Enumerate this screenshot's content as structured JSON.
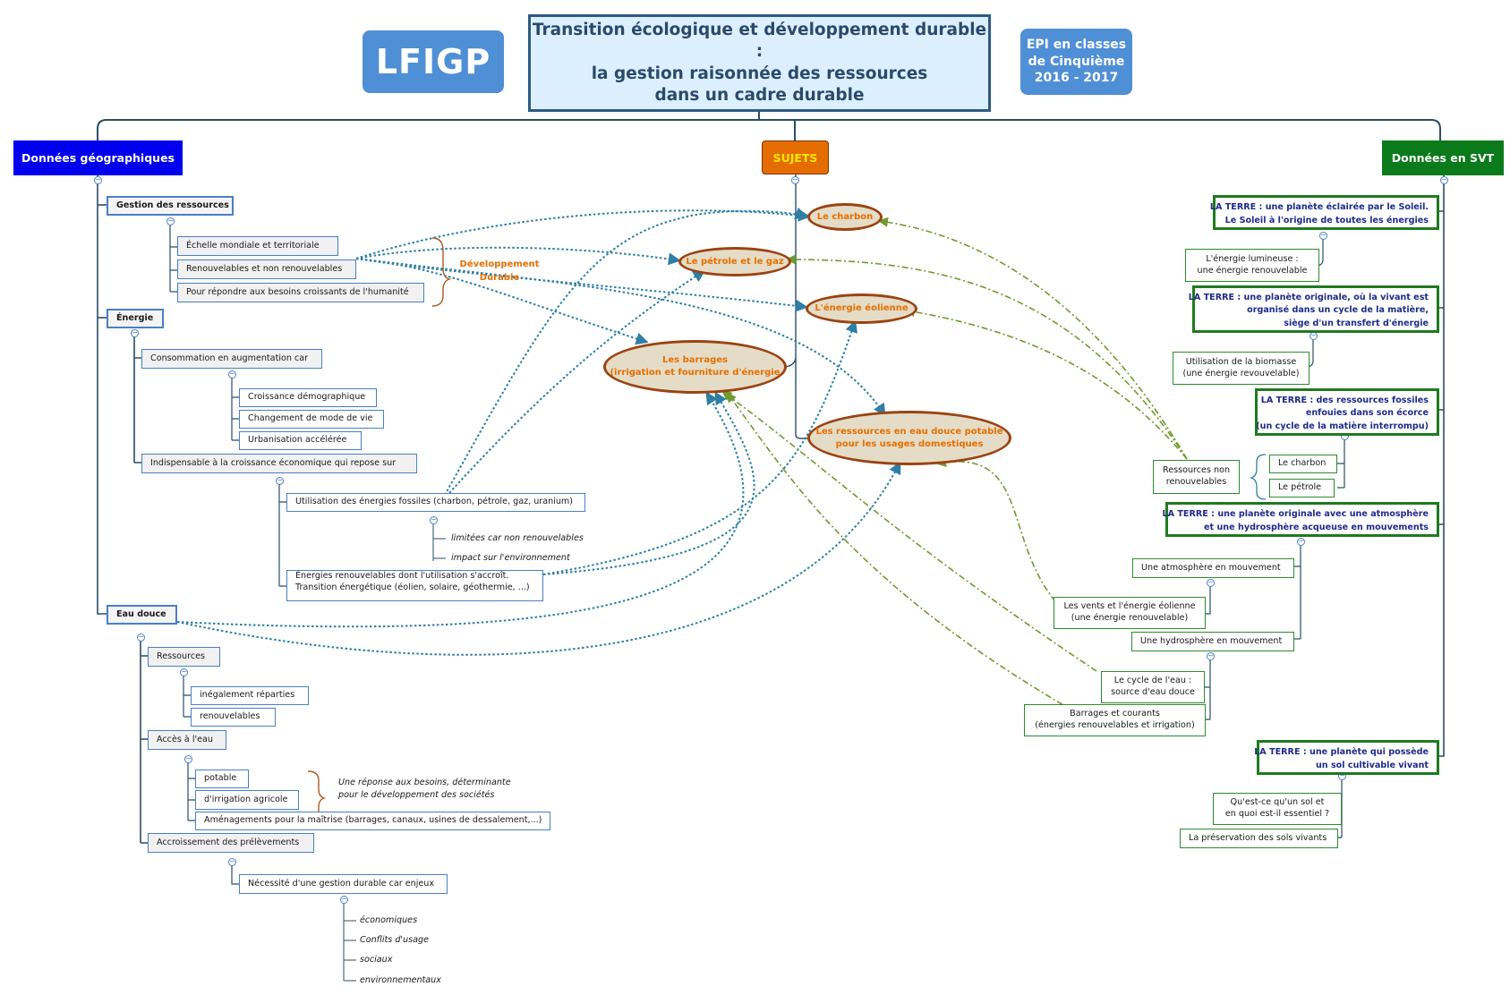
{
  "header": {
    "logo": "LFIGP",
    "title_lines": [
      "Transition écologique et développement durable :",
      "la gestion raisonnée des ressources",
      "dans un cadre durable"
    ],
    "epi_lines": [
      "EPI en classes",
      "de Cinquième",
      "2016 - 2017"
    ]
  },
  "branches": {
    "left": "Données géographiques",
    "center": "SUJETS",
    "right": "Données en SVT"
  },
  "left": {
    "gestion": {
      "label": "Gestion des ressources",
      "items": [
        "Échelle mondiale et territoriale",
        "Renouvelables et non renouvelables",
        "Pour répondre aux besoins croissants de l'humanité"
      ],
      "brace_note_lines": [
        "Développement",
        "Durable"
      ]
    },
    "energie": {
      "label": "Énergie",
      "consommation": {
        "label": "Consommation en augmentation car",
        "items": [
          "Croissance démographique",
          "Changement de mode de vie",
          "Urbanisation accélérée"
        ]
      },
      "indispensable": {
        "label": "Indispensable à la croissance économique  qui repose sur",
        "fossiles": "Utilisation des énergies fossiles (charbon, pétrole, gaz, uranium)",
        "fossiles_notes": [
          "limitées car non renouvelables",
          "impact sur l'environnement"
        ],
        "renouvelables_lines": [
          "Énergies renouvelables dont l'utilisation s'accroît.",
          "Transition énergétique (éolien, solaire, géothermie, ...)"
        ]
      }
    },
    "eau": {
      "label": "Eau douce",
      "ressources": {
        "label": "Ressources",
        "items": [
          "inégalement réparties",
          "renouvelables"
        ]
      },
      "acces": {
        "label": "Accès à l'eau",
        "items": [
          "potable",
          "d'irrigation agricole",
          "Aménagements pour la maîtrise (barrages, canaux, usines de dessalement,...)"
        ],
        "brace_note_lines": [
          "Une réponse aux besoins, déterminante",
          "pour le développement des sociétés"
        ]
      },
      "prelevements": {
        "label": "Accroissement des prélèvements",
        "gestion": "Nécessité d'une gestion durable car enjeux",
        "enjeux": [
          "économiques",
          "Conflits d'usage",
          "sociaux",
          "environnementaux"
        ]
      }
    }
  },
  "subjects": {
    "charbon": "Le charbon",
    "petrole": "Le pétrole et le gaz",
    "eolienne": "L'énergie éolienne",
    "barrages_lines": [
      "Les barrages",
      "(irrigation et fourniture d'énergie"
    ],
    "eau_lines": [
      "Les ressources en eau  douce potable",
      "pour les usages domestiques"
    ]
  },
  "right": {
    "terre1": {
      "lines": [
        "LA TERRE : une planète éclairée par le Soleil.",
        "Le Soleil à l'origine de toutes les énergies"
      ],
      "child_lines": [
        "L'énergie lumineuse :",
        "une énergie renouvelable"
      ]
    },
    "terre2": {
      "lines": [
        "LA TERRE : une planète originale, où la vivant est",
        "organisé dans un cycle de la matière,",
        "siège d'un transfert d'énergie"
      ],
      "child_lines": [
        "Utilisation de la biomasse",
        "(une énergie revouvelable)"
      ]
    },
    "terre3": {
      "lines": [
        "LA TERRE : des ressources fossiles",
        "enfouies dans son écorce",
        "(un cycle de la matière interrompu)"
      ],
      "children": [
        "Le charbon",
        "Le pétrole"
      ],
      "brace_note_lines": [
        "Ressources non",
        "renouvelables"
      ]
    },
    "terre4": {
      "lines": [
        "LA TERRE : une planète originale avec une atmosphère",
        "et une hydrosphère acqueuse en mouvements"
      ],
      "atmosphere": "Une atmosphère en mouvement",
      "vents_lines": [
        "Les vents et l'énergie éolienne",
        "(une énergie renouvelable)"
      ],
      "hydrosphere": "Une hydrosphère en mouvement",
      "cycle_lines": [
        "Le cycle de l'eau :",
        "source d'eau douce"
      ],
      "barrages_lines": [
        "Barrages et courants",
        "(énergies renouvelables et irrigation)"
      ]
    },
    "terre5": {
      "lines": [
        "LA TERRE : une planète qui possède",
        "un sol cultivable vivant"
      ],
      "sol_lines": [
        "Qu'est-ce qu'un sol et",
        "en quoi est-il essentiel ?"
      ],
      "preservation": "La préservation des sols vivants"
    }
  },
  "colors": {
    "blue_link": "#2e7ea5",
    "green_link": "#6f9a30",
    "ink": "#2b4d66",
    "orange": "#e76f00"
  }
}
